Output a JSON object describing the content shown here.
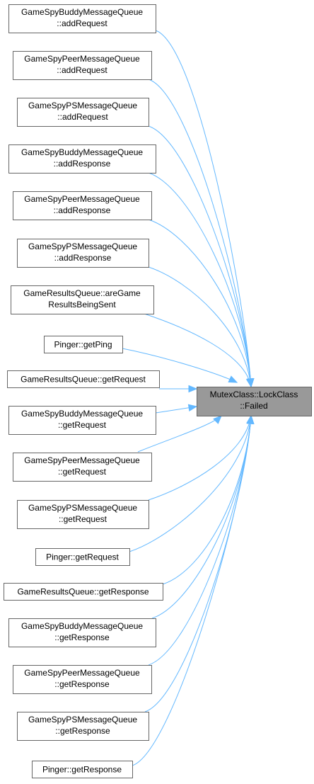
{
  "target": {
    "lines": [
      "MutexClass::LockClass",
      "::Failed"
    ]
  },
  "callers": [
    {
      "lines": [
        "GameSpyBuddyMessageQueue",
        "::addRequest"
      ]
    },
    {
      "lines": [
        "GameSpyPeerMessageQueue",
        "::addRequest"
      ]
    },
    {
      "lines": [
        "GameSpyPSMessageQueue",
        "::addRequest"
      ]
    },
    {
      "lines": [
        "GameSpyBuddyMessageQueue",
        "::addResponse"
      ]
    },
    {
      "lines": [
        "GameSpyPeerMessageQueue",
        "::addResponse"
      ]
    },
    {
      "lines": [
        "GameSpyPSMessageQueue",
        "::addResponse"
      ]
    },
    {
      "lines": [
        "GameResultsQueue::areGame",
        "ResultsBeingSent"
      ]
    },
    {
      "lines": [
        "Pinger::getPing"
      ]
    },
    {
      "lines": [
        "GameResultsQueue::getRequest"
      ]
    },
    {
      "lines": [
        "GameSpyBuddyMessageQueue",
        "::getRequest"
      ]
    },
    {
      "lines": [
        "GameSpyPeerMessageQueue",
        "::getRequest"
      ]
    },
    {
      "lines": [
        "GameSpyPSMessageQueue",
        "::getRequest"
      ]
    },
    {
      "lines": [
        "Pinger::getRequest"
      ]
    },
    {
      "lines": [
        "GameResultsQueue::getResponse"
      ]
    },
    {
      "lines": [
        "GameSpyBuddyMessageQueue",
        "::getResponse"
      ]
    },
    {
      "lines": [
        "GameSpyPeerMessageQueue",
        "::getResponse"
      ]
    },
    {
      "lines": [
        "GameSpyPSMessageQueue",
        "::getResponse"
      ]
    },
    {
      "lines": [
        "Pinger::getResponse"
      ]
    }
  ],
  "colors": {
    "edge": "#63b8ff",
    "target_fill": "#999999",
    "node_border": "#666666"
  }
}
